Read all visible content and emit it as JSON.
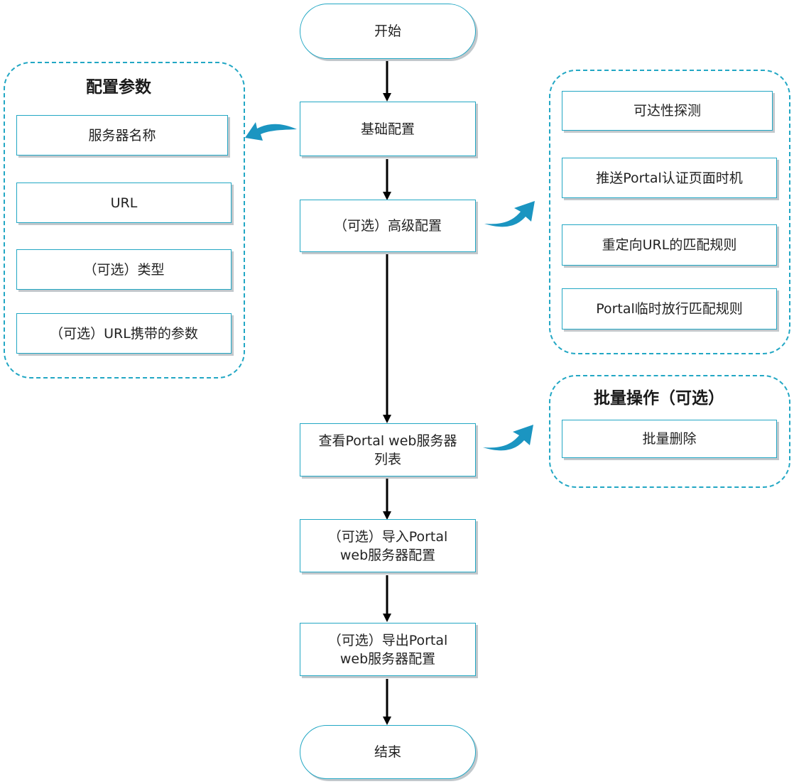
{
  "flow": {
    "start": "开始",
    "basic_config": "基础配置",
    "advanced_config": "（可选）高级配置",
    "view_list_line1": "查看Portal web服务器",
    "view_list_line2": "列表",
    "import_line1": "（可选）导入Portal",
    "import_line2": "web服务器配置",
    "export_line1": "（可选）导出Portal",
    "export_line2": "web服务器配置",
    "end": "结束"
  },
  "params_group": {
    "title": "配置参数",
    "items": [
      "服务器名称",
      "URL",
      "（可选）类型",
      "（可选）URL携带的参数"
    ]
  },
  "advanced_group": {
    "items": [
      "可达性探测",
      "推送Portal认证页面时机",
      "重定向URL的匹配规则",
      "Portal临时放行匹配规则"
    ]
  },
  "batch_group": {
    "title": "批量操作（可选）",
    "items": [
      "批量删除"
    ]
  },
  "colors": {
    "accent": "#22a7c4",
    "curved_arrow": "#1b95c1",
    "flow_arrow": "#000000",
    "box_shadow": "#c2c8cc"
  }
}
